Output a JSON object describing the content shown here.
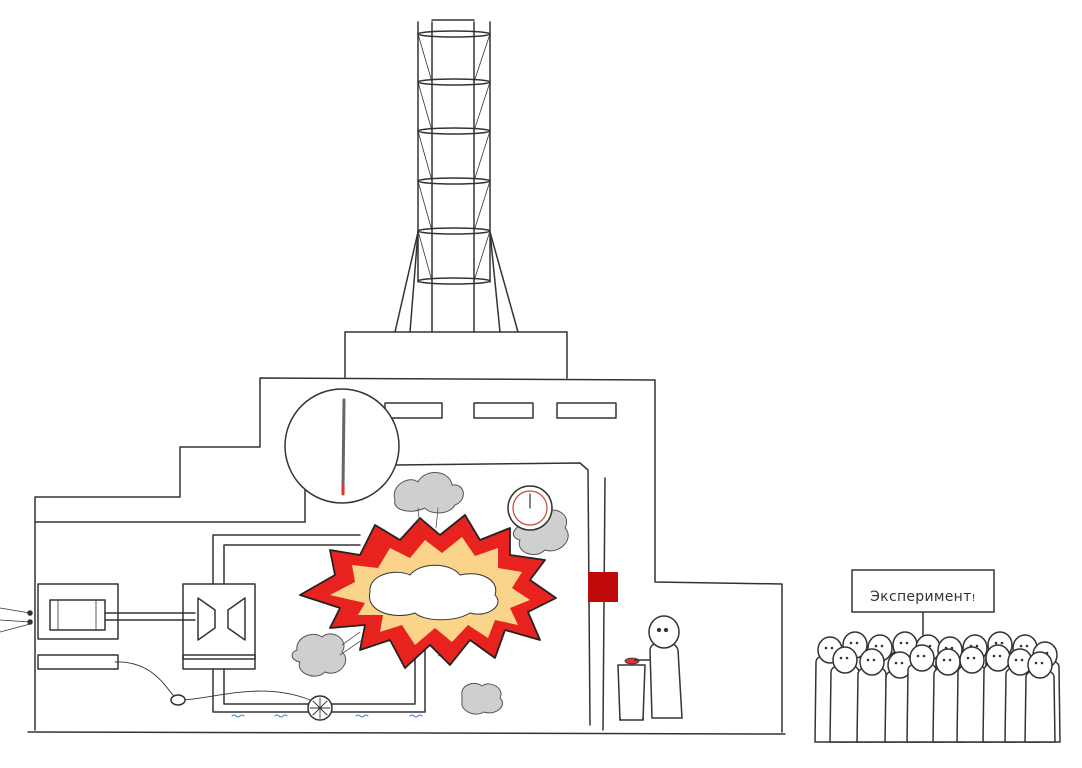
{
  "sign": {
    "label": "Эксперимент",
    "exclamation": "!"
  },
  "colors": {
    "ink": "#333333",
    "explosion_outer": "#e8221e",
    "explosion_inner": "#f9d48a",
    "smoke": "#cfcfcf",
    "button_red": "#c00a0a",
    "water": "#3d7fd6"
  },
  "icons": [
    "chimney",
    "reactor-building",
    "control-rod-gauge",
    "pressure-gauge-icon",
    "explosion",
    "smoke-cloud",
    "turbine",
    "generator",
    "pump",
    "red-button",
    "operator",
    "crowd"
  ]
}
